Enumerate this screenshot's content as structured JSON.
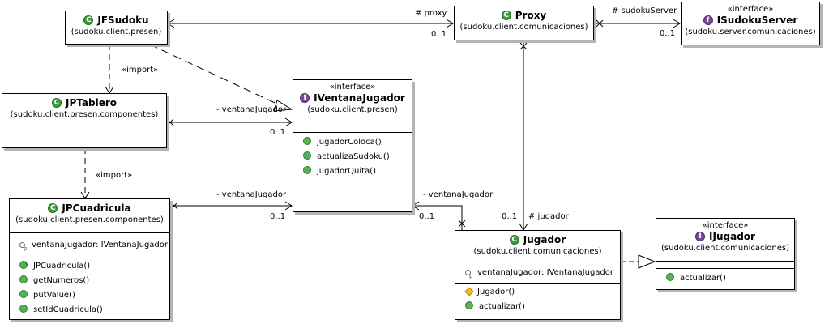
{
  "classes": {
    "jfsudoku": {
      "name": "JFSudoku",
      "package": "(sudoku.client.presen)"
    },
    "proxy": {
      "name": "Proxy",
      "package": "(sudoku.client.comunicaciones)"
    },
    "isudokuserver": {
      "stereotype": "«interface»",
      "name": "ISudokuServer",
      "package": "(sudoku.server.comunicaciones)"
    },
    "jptablero": {
      "name": "JPTablero",
      "package": "(sudoku.client.presen.componentes)"
    },
    "iventanajugador": {
      "stereotype": "«interface»",
      "name": "IVentanaJugador",
      "package": "(sudoku.client.presen)",
      "methods": [
        "jugadorColoca()",
        "actualizaSudoku()",
        "jugadorQuita()"
      ]
    },
    "jpcuadricula": {
      "name": "JPCuadricula",
      "package": "(sudoku.client.presen.componentes)",
      "fields": [
        "ventanaJugador: IVentanaJugador"
      ],
      "methods": [
        "JPCuadricula()",
        "getNumeros()",
        "putValue()",
        "setIdCuadricula()"
      ]
    },
    "jugador": {
      "name": "Jugador",
      "package": "(sudoku.client.comunicaciones)",
      "fields": [
        "ventanaJugador: IVentanaJugador"
      ],
      "methods": [
        "Jugador()",
        "actualizar()"
      ]
    },
    "ijugador": {
      "stereotype": "«interface»",
      "name": "IJugador",
      "package": "(sudoku.client.comunicaciones)",
      "methods": [
        "actualizar()"
      ]
    }
  },
  "relations": {
    "jfsudoku_proxy": {
      "role": "# proxy",
      "mult": "0..1"
    },
    "proxy_server": {
      "role": "# sudokuServer",
      "mult": "0..1"
    },
    "import_1": "«import»",
    "import_2": "«import»",
    "tablero_ventana": {
      "role": "- ventanaJugador",
      "mult": "0..1"
    },
    "cuadricula_ventana": {
      "role": "- ventanaJugador",
      "mult": "0..1"
    },
    "jugador_ventana": {
      "role": "- ventanaJugador",
      "mult": "0..1"
    },
    "proxy_jugador": {
      "role": "# jugador",
      "mult": "0..1"
    }
  },
  "icons": {
    "class": "class-icon",
    "interface": "interface-icon",
    "abstract_interface": "abstract-interface-icon",
    "method": "public-method-icon",
    "constructor": "constructor-icon",
    "field": "protected-field-icon"
  },
  "colors": {
    "class_icon": "#3f9b3f",
    "interface_icon": "#7b4a9c",
    "method_icon": "#58b058",
    "shadow": "#b4b4b4"
  }
}
